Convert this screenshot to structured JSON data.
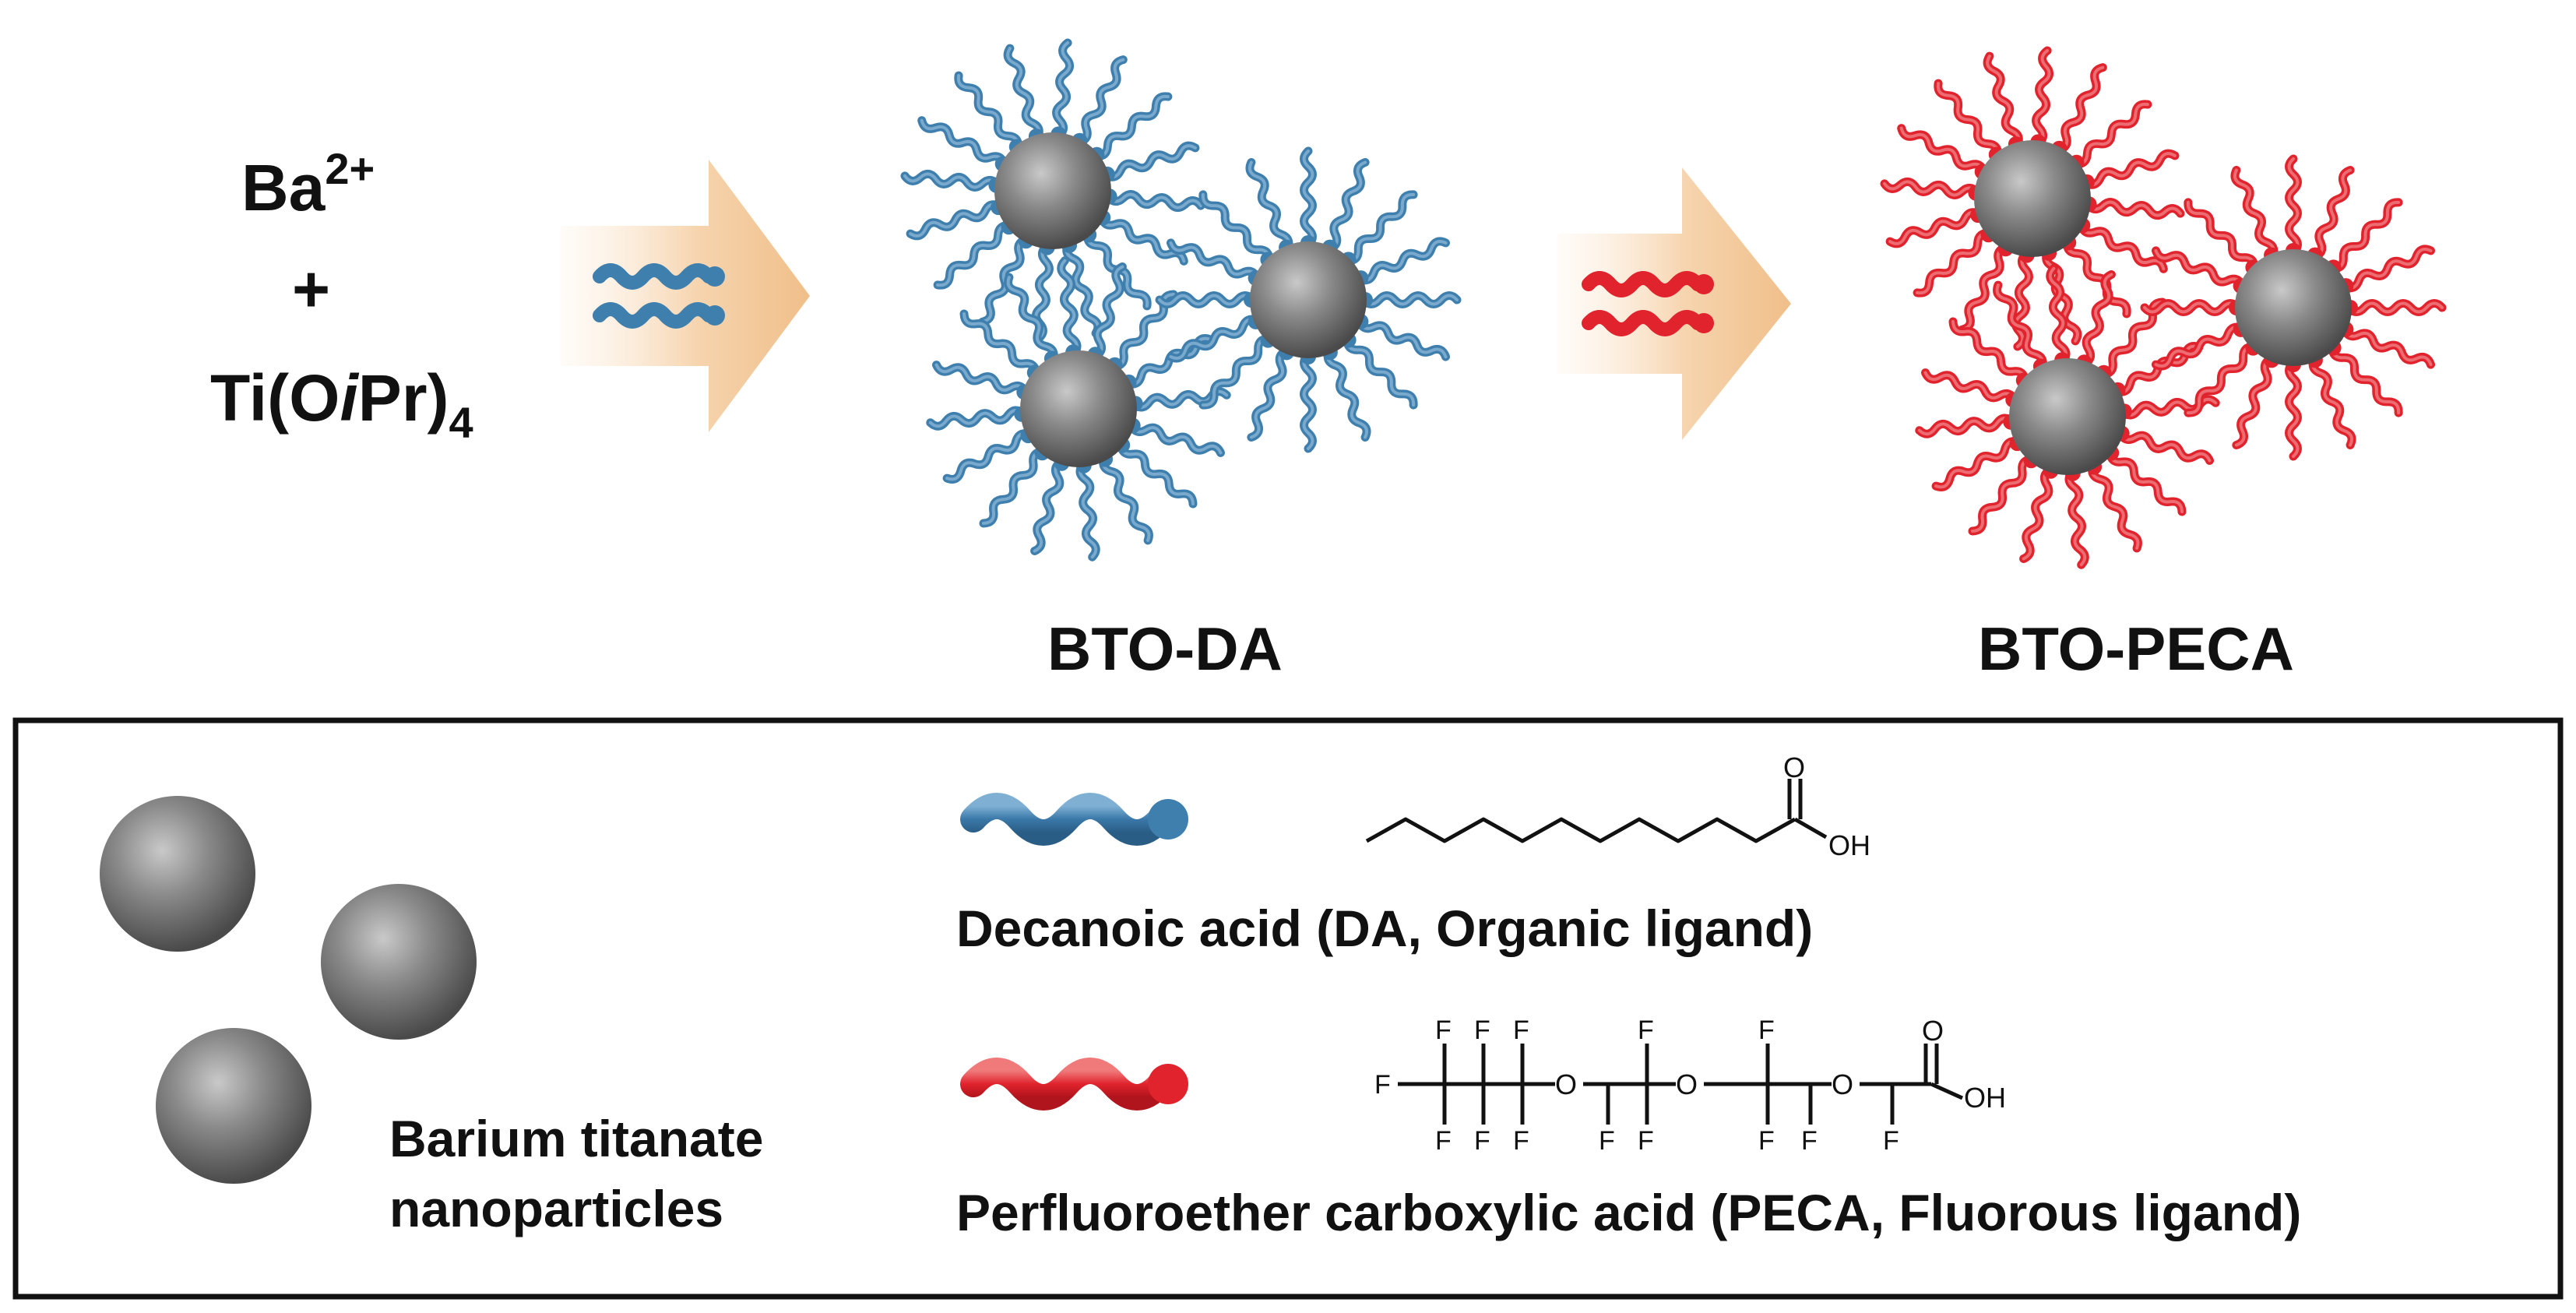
{
  "reactants": {
    "line1_base": "Ba",
    "line1_sup": "2+",
    "plus": "+",
    "line3_pre": "Ti(O",
    "line3_italic": "i",
    "line3_post": "Pr)",
    "line3_sub": "4"
  },
  "products": {
    "first_label": "BTO-DA",
    "second_label": "BTO-PECA"
  },
  "legend": {
    "nanoparticle_label_line1": "Barium titanate",
    "nanoparticle_label_line2": "nanoparticles",
    "da_label": "Decanoic acid (DA, Organic ligand)",
    "peca_label": "Perfluoroether carboxylic acid (PECA, Fluorous ligand)",
    "atom_O": "O",
    "atom_OH": "OH",
    "atom_F": "F"
  },
  "colors": {
    "da_ligand": "#3f7fae",
    "peca_ligand": "#e0232d",
    "nanoparticle": "#777777",
    "arrow": "#f2c79a",
    "frame": "#111111"
  }
}
